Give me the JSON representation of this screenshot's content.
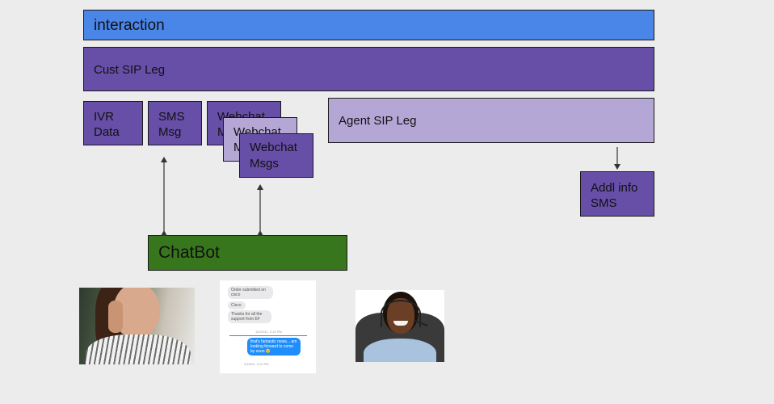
{
  "boxes": {
    "interaction": "interaction",
    "cust_sip_leg": "Cust SIP Leg",
    "ivr_data": [
      "IVR",
      "Data"
    ],
    "sms_msg": [
      "SMS",
      "Msg"
    ],
    "webchat_back": [
      "Webchat",
      "M"
    ],
    "webchat_mid": [
      "Webchat",
      "M"
    ],
    "webchat_front": [
      "Webchat",
      "Msgs"
    ],
    "agent_sip_leg": "Agent SIP Leg",
    "addl_info_sms": [
      "Addl info",
      "SMS"
    ],
    "chatbot": "ChatBot"
  },
  "chat_screenshot": {
    "incoming": [
      "Order submitted on cisco",
      "Cisco",
      "Thanks for all the support from EF"
    ],
    "time_1": "12/22/31, 2:12 PM",
    "outgoing": "that's fantastic news... am looking forward to come by soon 😊",
    "time_2": "4/18/12, 2:12 PM"
  },
  "colors": {
    "interaction": "#4a86e8",
    "purple": "#674ea7",
    "lavender": "#b4a7d6",
    "chatbot": "#38761d",
    "background": "#ececec"
  },
  "images": {
    "left": "woman-on-phone-photo",
    "middle": "chat-conversation-screenshot",
    "right": "call-center-agent-photo"
  }
}
